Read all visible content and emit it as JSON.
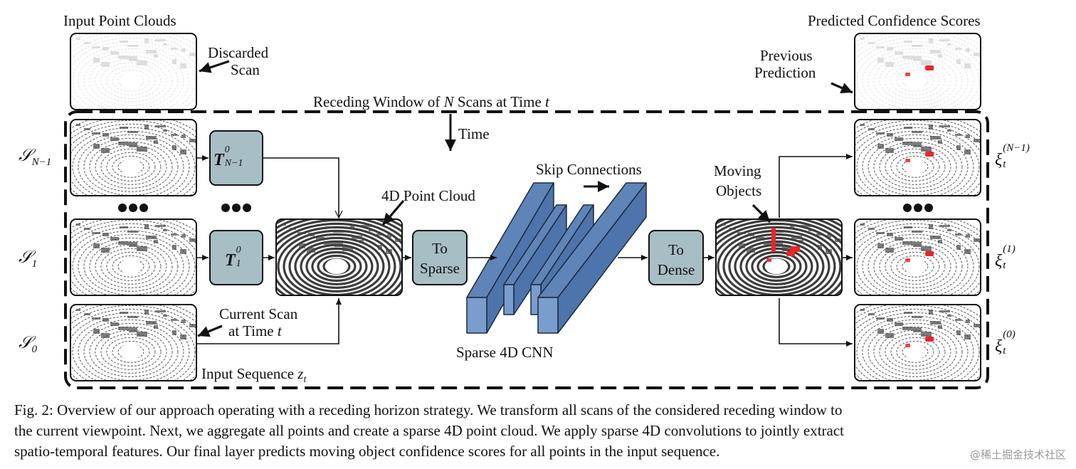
{
  "labels": {
    "input_point_clouds": "Input Point Clouds",
    "predicted_scores": "Predicted Confidence Scores",
    "discarded_scan": [
      "Discarded",
      "Scan"
    ],
    "previous_prediction": [
      "Previous",
      "Prediction"
    ],
    "receding_window": "Receding Window of",
    "receding_N": "N",
    "receding_scans": "Scans at Time",
    "receding_t": "t",
    "time": "Time",
    "four_d_point_cloud": "4D Point Cloud",
    "skip_connections": "Skip Connections",
    "moving_objects": [
      "Moving",
      "Objects"
    ],
    "to_sparse": [
      "To",
      "Sparse"
    ],
    "to_dense": [
      "To",
      "Dense"
    ],
    "sparse_cnn": "Sparse 4D CNN",
    "current_scan": "Current Scan",
    "at_time": "at Time",
    "at_time_t": "t",
    "input_sequence": "Input Sequence",
    "input_sequence_z": "z",
    "input_sequence_sub": "t"
  },
  "math": {
    "s_n1": {
      "base": "𝒮",
      "sub": "N−1"
    },
    "s_1": {
      "base": "𝒮",
      "sub": "1"
    },
    "s_0": {
      "base": "𝒮",
      "sub": "0"
    },
    "T_n1": {
      "base": "T",
      "sup": "0",
      "sub": "N−1"
    },
    "T_1": {
      "base": "T",
      "sup": "0",
      "sub": "1"
    },
    "xi_n1": {
      "base": "ξ",
      "sup": "(N−1)",
      "sub": "t"
    },
    "xi_1": {
      "base": "ξ",
      "sup": "(1)",
      "sub": "t"
    },
    "xi_0": {
      "base": "ξ",
      "sup": "(0)",
      "sub": "t"
    }
  },
  "caption": [
    "Fig. 2: Overview of our approach operating with a receding horizon strategy. We transform all scans of the considered receding window to",
    "the current viewpoint. Next, we aggregate all points and create a sparse 4D point cloud. We apply sparse 4D convolutions to jointly extract",
    "spatio-temporal features. Our final layer predicts moving object confidence scores for all points in the input sequence."
  ],
  "watermark": "@稀土掘金技术社区",
  "colors": {
    "box_fill": "#a7bec5",
    "cnn_fill": "#6f93c4",
    "highlight": "#e8262a"
  }
}
